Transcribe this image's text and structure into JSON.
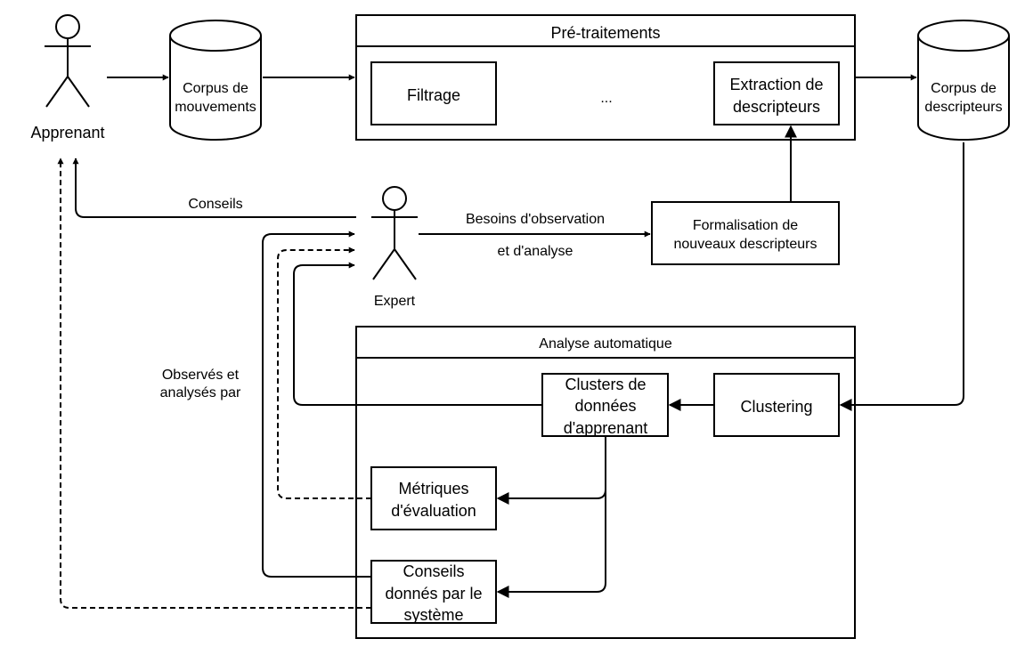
{
  "actors": {
    "learner": "Apprenant",
    "expert": "Expert"
  },
  "databases": {
    "movements": [
      "Corpus de",
      "mouvements"
    ],
    "descriptors": [
      "Corpus de",
      "descripteurs"
    ]
  },
  "preprocessing": {
    "title": "Pré-traitements",
    "filtering": "Filtrage",
    "ellipsis": "...",
    "extraction": [
      "Extraction de",
      "descripteurs"
    ]
  },
  "formalisation": [
    "Formalisation de",
    "nouveaux descripteurs"
  ],
  "automatic_analysis": {
    "title": "Analyse automatique",
    "clustering": "Clustering",
    "clusters": [
      "Clusters de",
      "données",
      "d'apprenant"
    ],
    "metrics": [
      "Métriques",
      "d'évaluation"
    ],
    "system_advice": [
      "Conseils",
      "donnés par le",
      "système"
    ]
  },
  "edge_labels": {
    "advice": "Conseils",
    "needs": [
      "Besoins d'observation",
      "et d'analyse"
    ],
    "observed": [
      "Observés et",
      "analysés par"
    ]
  }
}
